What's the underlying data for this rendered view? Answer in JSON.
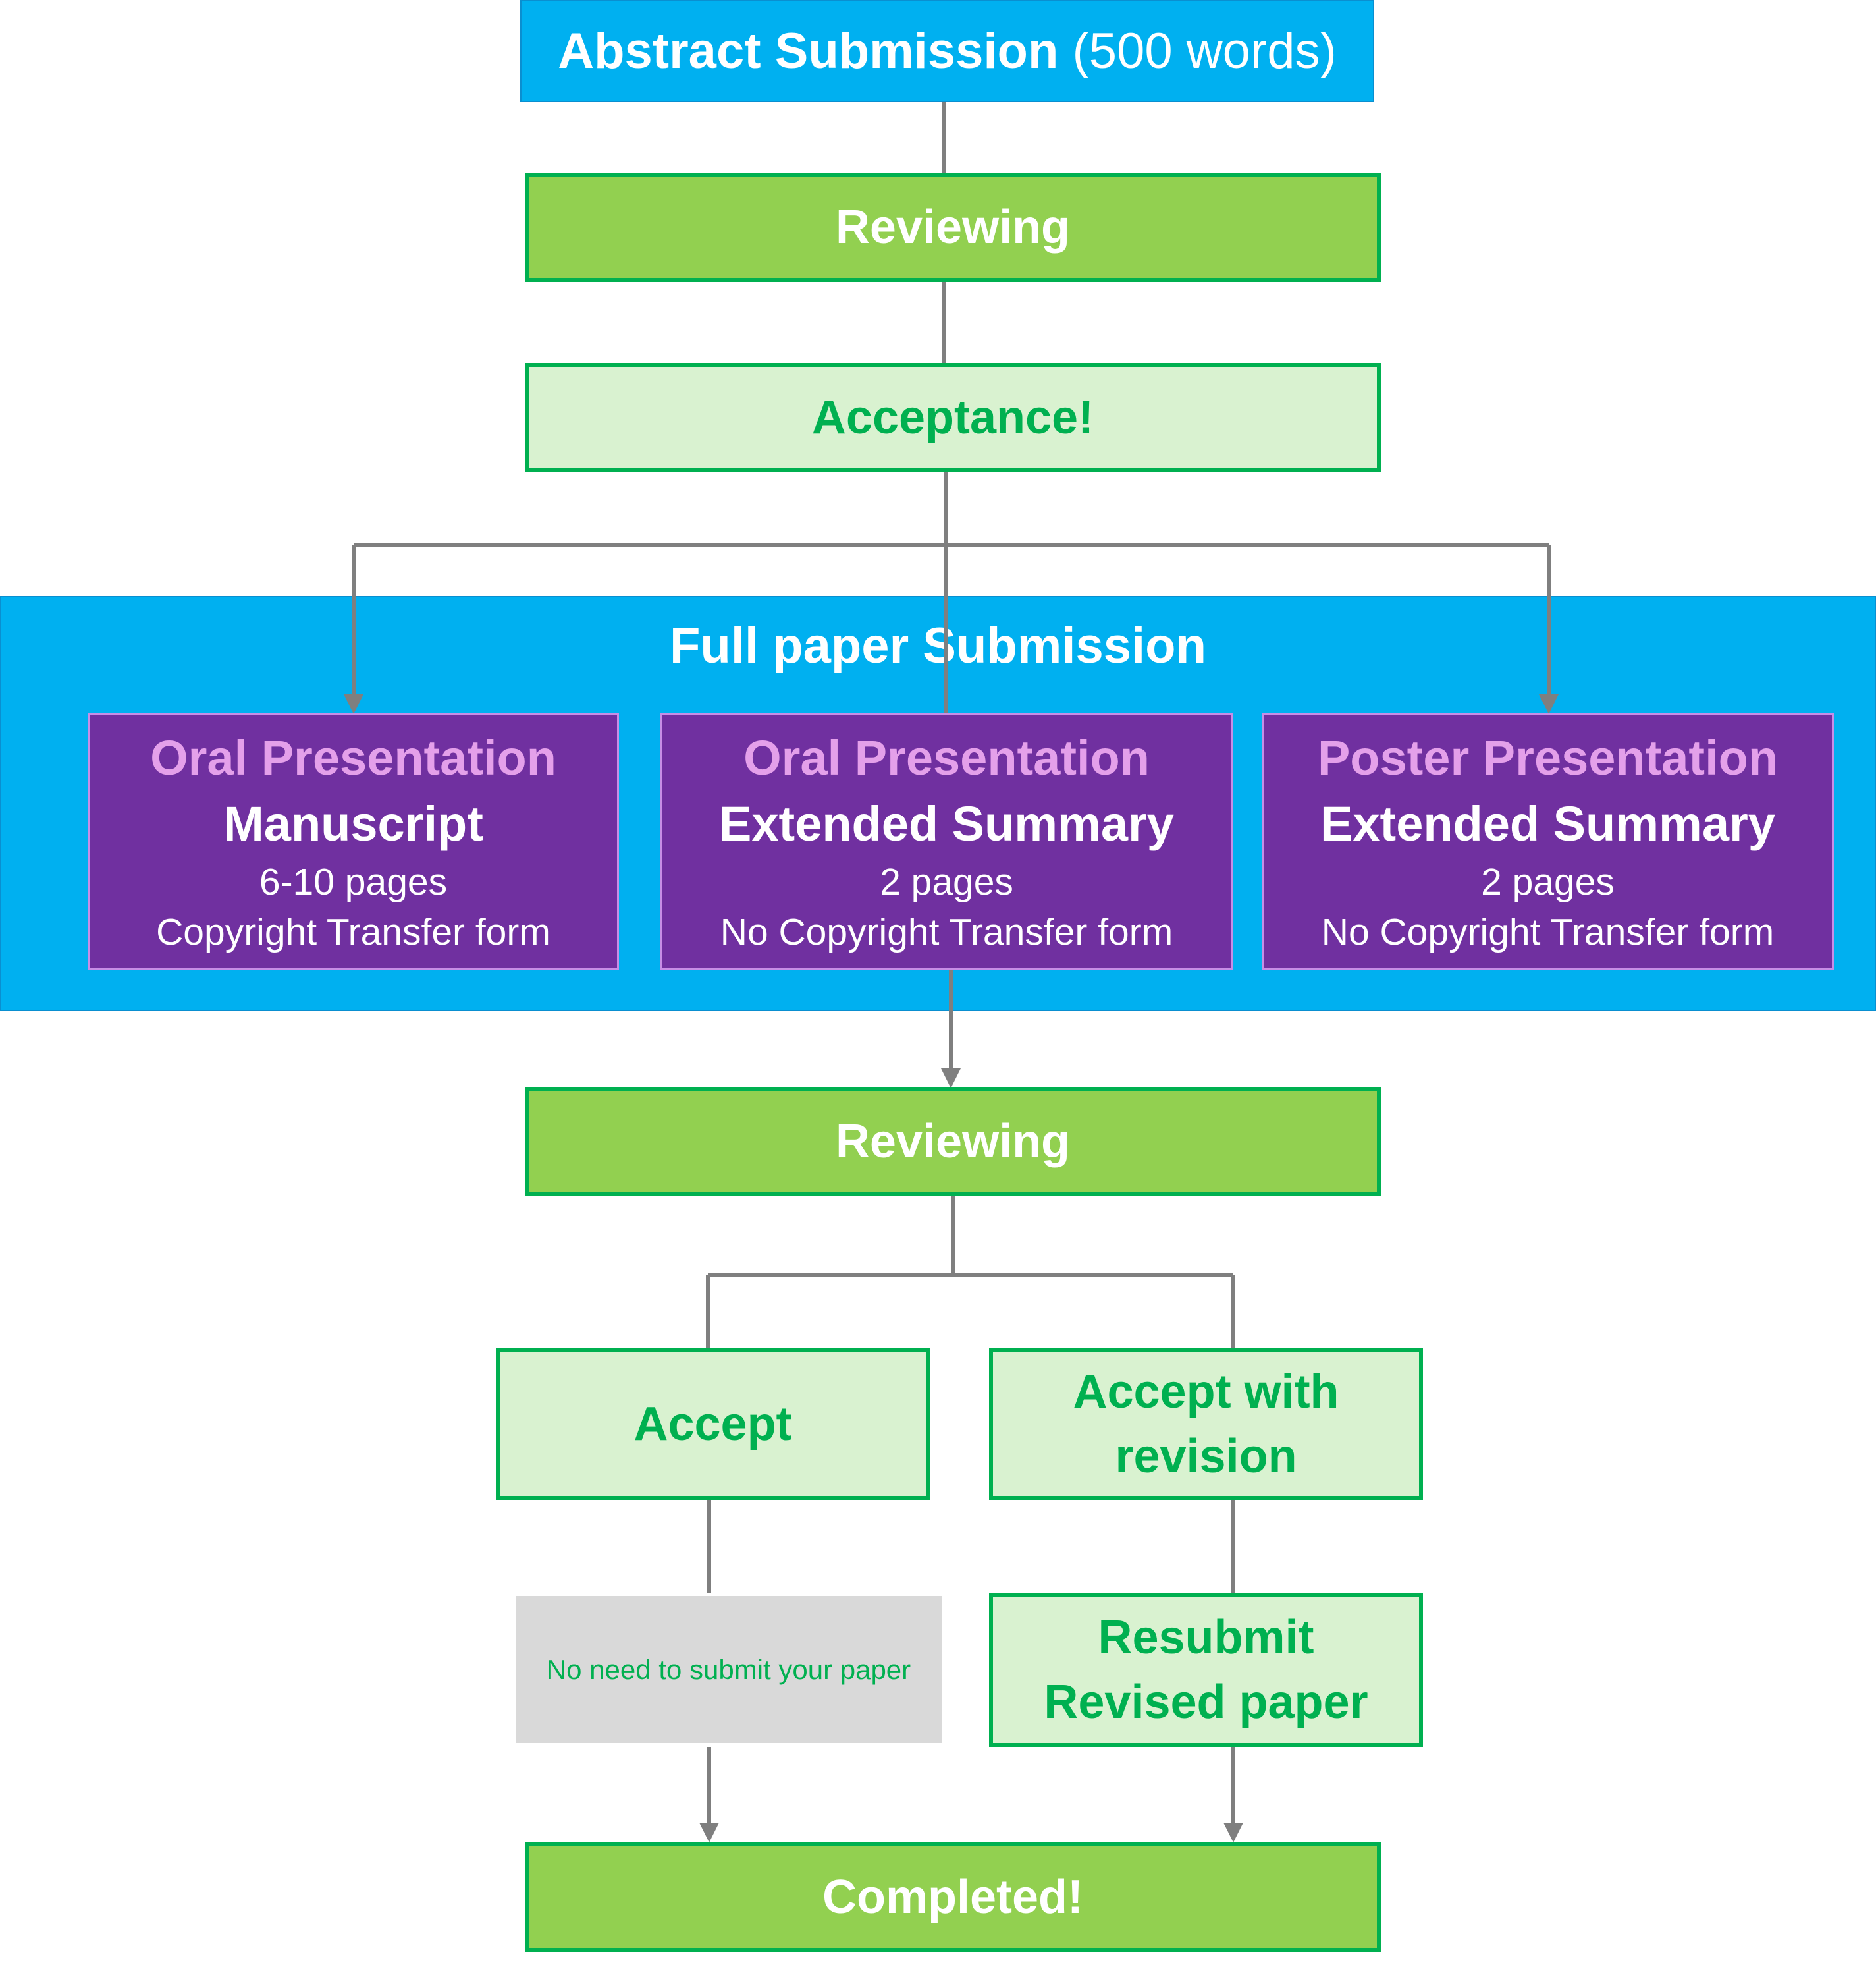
{
  "abstract_submission": {
    "title": "Abstract Submission",
    "detail": "(500 words)"
  },
  "review_1": {
    "label": "Reviewing"
  },
  "acceptance": {
    "label": "Acceptance!"
  },
  "full_paper": {
    "title": "Full paper Submission",
    "options": [
      {
        "head": "Oral Presentation",
        "type": "Manuscript",
        "pages": "6-10 pages",
        "form": "Copyright Transfer form"
      },
      {
        "head": "Oral Presentation",
        "type": "Extended Summary",
        "pages": "2 pages",
        "form": "No Copyright Transfer form"
      },
      {
        "head": "Poster Presentation",
        "type": "Extended Summary",
        "pages": "2 pages",
        "form": "No Copyright Transfer form"
      }
    ]
  },
  "review_2": {
    "label": "Reviewing"
  },
  "accept": {
    "label": "Accept"
  },
  "accept_revision": {
    "line1": "Accept with",
    "line2": "revision"
  },
  "no_need": {
    "label": "No need to submit your paper"
  },
  "resubmit": {
    "line1": "Resubmit",
    "line2": "Revised paper"
  },
  "completed": {
    "label": "Completed!"
  },
  "colors": {
    "blue": "#00b0f0",
    "green_fill": "#92d050",
    "green_light": "#d9f2d0",
    "green_text": "#00b050",
    "purple": "#7030a0",
    "lavender": "#e4a0ea",
    "gray": "#d9d9d9",
    "connector": "#7f7f7f"
  }
}
